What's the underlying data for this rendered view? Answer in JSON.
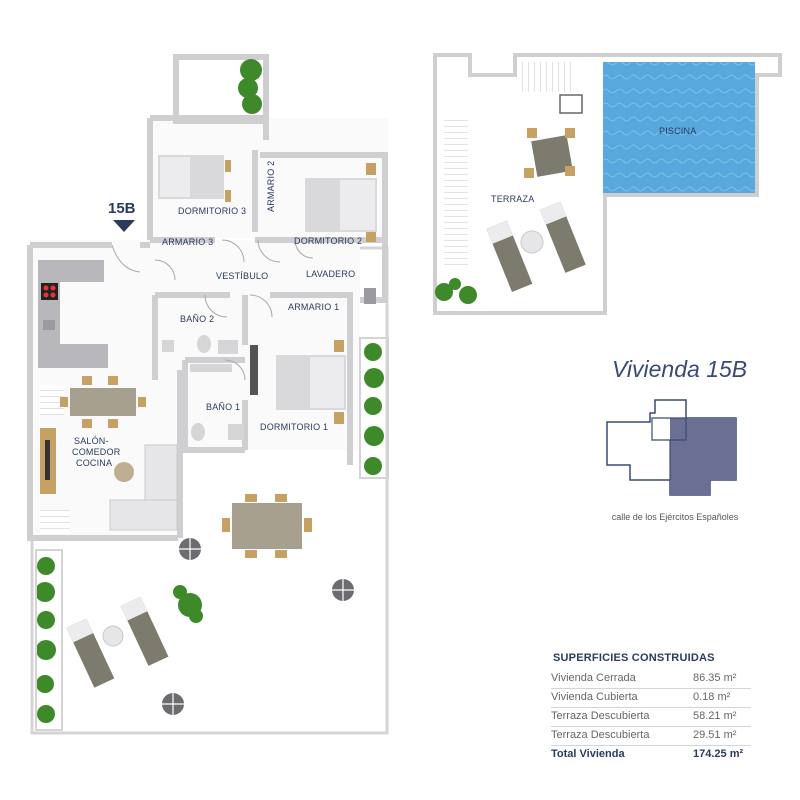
{
  "unit_tag": "15B",
  "title": "Vivienda 15B",
  "street": "calle de los Ejércitos Españoles",
  "rooms": {
    "dormitorio3": "DORMITORIO 3",
    "armario2": "ARMARIO 2",
    "dormitorio2": "DORMITORIO 2",
    "armario3": "ARMARIO 3",
    "vestibulo": "VESTÍBULO",
    "lavadero": "LAVADERO",
    "bano2": "BAÑO 2",
    "armario1": "ARMARIO 1",
    "bano1": "BAÑO 1",
    "dormitorio1": "DORMITORIO 1",
    "salon1": "SALÓN-",
    "salon2": "COMEDOR",
    "salon3": "COCINA",
    "piscina": "PISCINA",
    "terraza": "TERRAZA"
  },
  "areas": {
    "heading": "SUPERFICIES CONSTRUIDAS",
    "rows": [
      {
        "label": "Vivienda Cerrada",
        "value": "86.35 m²"
      },
      {
        "label": "Vivienda Cubierta",
        "value": "0.18 m²"
      },
      {
        "label": "Terraza Descubierta",
        "value": "58.21 m²"
      },
      {
        "label": "Terraza Descubierta",
        "value": "29.51 m²"
      }
    ],
    "total": {
      "label": "Total Vivienda",
      "value": "174.25 m²"
    }
  },
  "colors": {
    "wall": "#cfcfd2",
    "wall_edge": "#9a9aa0",
    "pool": "#5aa9df",
    "highlight": "#6b6f93",
    "text": "#2a3b5c",
    "plant": "#3e8a2a",
    "wood": "#c7a064"
  }
}
